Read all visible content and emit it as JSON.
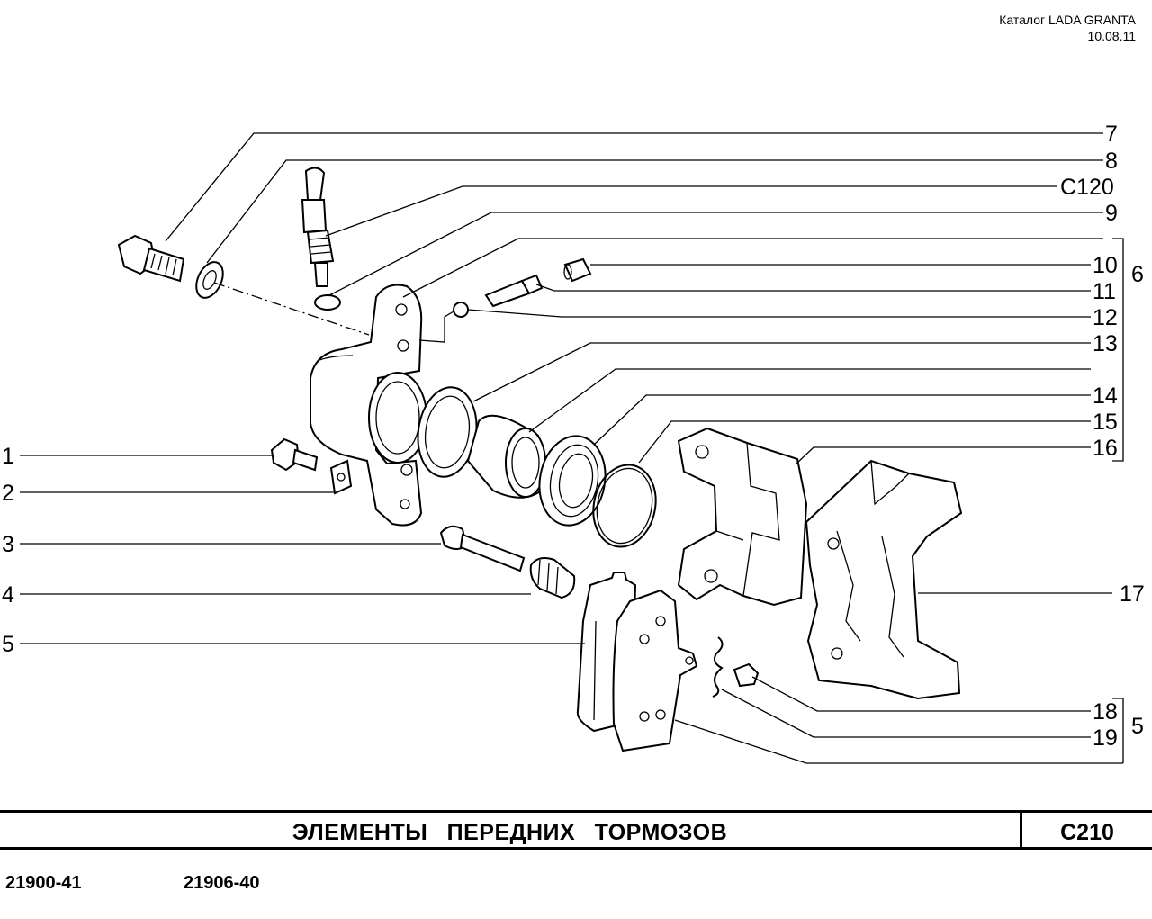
{
  "header": {
    "catalog": "Каталог LADA  GRANTA",
    "date": "10.08.11"
  },
  "callouts": {
    "n1": "1",
    "n2": "2",
    "n3": "3",
    "n4": "4",
    "n5": "5",
    "n6": "6",
    "n7": "7",
    "n8": "8",
    "nC120": "C120",
    "n9": "9",
    "n10": "10",
    "n11": "11",
    "n12": "12",
    "n13": "13",
    "n14": "14",
    "n15": "15",
    "n16": "16",
    "n17": "17",
    "n18": "18",
    "n19": "19",
    "n5b": "5"
  },
  "title": {
    "name": "ЭЛЕМЕНТЫ   ПЕРЕДНИХ   ТОРМОЗОВ",
    "code": "C210"
  },
  "models": [
    "21900-41",
    "21906-40"
  ]
}
